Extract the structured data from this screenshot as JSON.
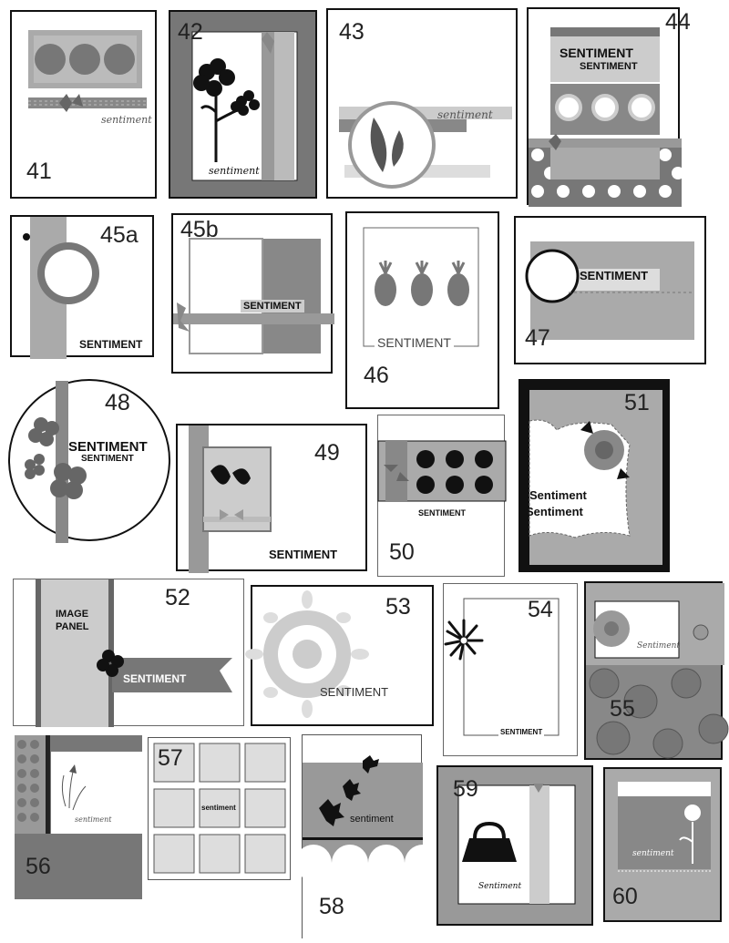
{
  "cards": {
    "c41": {
      "number": "41",
      "sentiment": "sentiment"
    },
    "c42": {
      "number": "42",
      "sentiment": "sentiment"
    },
    "c43": {
      "number": "43",
      "sentiment": "sentiment"
    },
    "c44": {
      "number": "44",
      "line1": "SENTIMENT",
      "line2": "SENTIMENT"
    },
    "c45a": {
      "number": "45a",
      "sentiment": "SENTIMENT"
    },
    "c45b": {
      "number": "45b",
      "sentiment": "SENTIMENT"
    },
    "c46": {
      "number": "46",
      "sentiment": "SENTIMENT"
    },
    "c47": {
      "number": "47",
      "sentiment": "SENTIMENT"
    },
    "c48": {
      "number": "48",
      "line1": "SENTIMENT",
      "line2": "SENTIMENT"
    },
    "c49": {
      "number": "49",
      "sentiment": "SENTIMENT"
    },
    "c50": {
      "number": "50",
      "sentiment": "SENTIMENT"
    },
    "c51": {
      "number": "51",
      "line1": "Sentiment",
      "line2": "Sentiment"
    },
    "c52": {
      "number": "52",
      "panel_line1": "IMAGE",
      "panel_line2": "PANEL",
      "sentiment": "SENTIMENT"
    },
    "c53": {
      "number": "53",
      "sentiment": "SENTIMENT"
    },
    "c54": {
      "number": "54",
      "sentiment": "SENTIMENT"
    },
    "c55": {
      "number": "55",
      "sentiment": "Sentiment"
    },
    "c56": {
      "number": "56",
      "sentiment": "sentiment"
    },
    "c57": {
      "number": "57",
      "sentiment": "sentiment"
    },
    "c58": {
      "number": "58",
      "sentiment": "sentiment"
    },
    "c59": {
      "number": "59",
      "sentiment": "Sentiment"
    },
    "c60": {
      "number": "60",
      "sentiment": "sentiment"
    }
  },
  "colors": {
    "dark": "#6e6e6e",
    "mid": "#9a9a9a",
    "light": "#c9c9c9",
    "ink": "#111111"
  }
}
